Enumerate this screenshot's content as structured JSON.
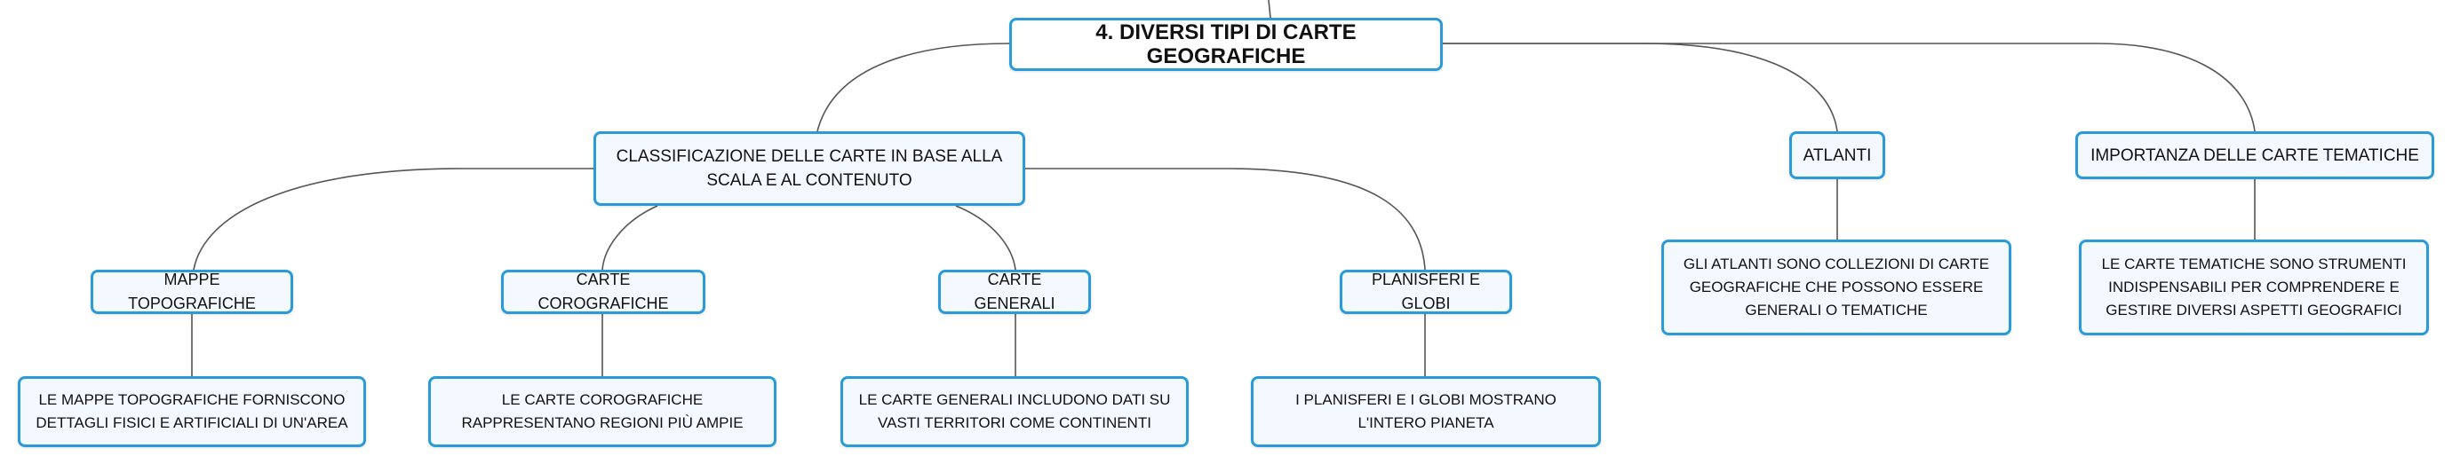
{
  "mindmap": {
    "root": {
      "label": "4. DIVERSI TIPI DI CARTE GEOGRAFICHE"
    },
    "classificazione": {
      "label": "CLASSIFICAZIONE DELLE CARTE IN BASE ALLA SCALA E AL CONTENUTO",
      "children": [
        {
          "label": "MAPPE TOPOGRAFICHE",
          "detail": "LE MAPPE TOPOGRAFICHE FORNISCONO DETTAGLI FISICI E ARTIFICIALI DI UN'AREA"
        },
        {
          "label": "CARTE COROGRAFICHE",
          "detail": "LE CARTE COROGRAFICHE RAPPRESENTANO REGIONI PIÙ AMPIE"
        },
        {
          "label": "CARTE GENERALI",
          "detail": "LE CARTE GENERALI INCLUDONO DATI SU VASTI TERRITORI COME CONTINENTI"
        },
        {
          "label": "PLANISFERI E GLOBI",
          "detail": "I PLANISFERI E I GLOBI MOSTRANO L'INTERO PIANETA"
        }
      ]
    },
    "atlanti": {
      "label": "ATLANTI",
      "detail": "GLI ATLANTI SONO COLLEZIONI DI CARTE GEOGRAFICHE CHE POSSONO ESSERE GENERALI O TEMATICHE"
    },
    "importanza": {
      "label": "IMPORTANZA DELLE CARTE TEMATICHE",
      "detail": "LE CARTE TEMATICHE SONO STRUMENTI INDISPENSABILI PER COMPRENDERE E GESTIRE DIVERSI ASPETTI GEOGRAFICI"
    },
    "colors": {
      "border": "#2a9bd8",
      "fill": "#f3f9fe",
      "line": "#555555"
    }
  }
}
